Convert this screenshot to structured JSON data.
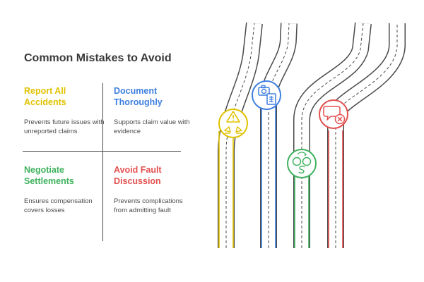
{
  "title": "Common Mistakes to Avoid",
  "quadrants": [
    {
      "heading": "Report All Accidents",
      "description": "Prevents future issues with unreported claims",
      "color": "#e0c200",
      "icon": "warning-car-crash-icon"
    },
    {
      "heading": "Document Thoroughly",
      "description": "Supports claim value with evidence",
      "color": "#3f7fe0",
      "icon": "camera-document-icon"
    },
    {
      "heading": "Negotiate Settlements",
      "description": "Ensures compensation covers losses",
      "color": "#3fb25e",
      "icon": "negotiation-money-icon"
    },
    {
      "heading": "Avoid Fault Discussion",
      "description": "Prevents complications from admitting fault",
      "color": "#e35050",
      "icon": "no-speech-icon"
    }
  ]
}
